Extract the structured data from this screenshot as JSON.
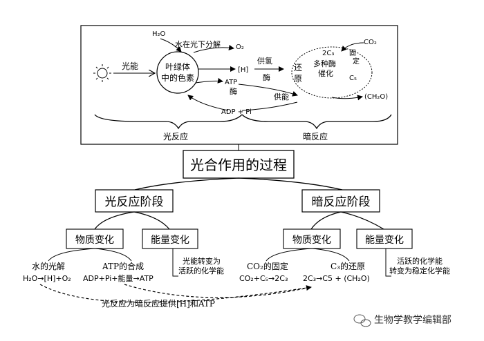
{
  "top_diagram": {
    "h2o": "H₂O",
    "water_split": "水在光下分解",
    "o2": "O₂",
    "light_energy": "光能",
    "chlorophyll_line1": "叶绿体",
    "chlorophyll_line2": "中的色素",
    "h_label": "[H]",
    "supply_h_line1": "供氢",
    "supply_h_line2": "酶",
    "atp_label": "ATP",
    "enzyme_left": "酶",
    "supply_energy": "供能",
    "reduce_line1": "还",
    "reduce_line2": "原",
    "two_c3": "2C₃",
    "multi_enzyme_line1": "多种酶",
    "multi_enzyme_line2": "催化",
    "co2": "CO₂",
    "fix_line1": "固",
    "fix_line2": "定",
    "c5": "C₅",
    "ch2o": "(CH₂O)",
    "adp_pi": "ADP + Pi",
    "light_reaction": "光反应",
    "dark_reaction": "暗反应"
  },
  "tree": {
    "title": "光合作用的过程",
    "light_stage": "光反应阶段",
    "dark_stage": "暗反应阶段",
    "substance_change": "物质变化",
    "energy_change": "能量变化",
    "light": {
      "water_photolysis": "水的光解",
      "water_eq": "H₂O→[H]+O₂",
      "atp_synthesis": "ATP的合成",
      "atp_eq": "ADP+Pi+能量→ATP",
      "energy_line1": "光能转变为",
      "energy_line2": "活跃的化学能"
    },
    "dark": {
      "co2_fixation": "CO₂的固定",
      "co2_eq": "CO₂+C₅→2C₃",
      "c3_reduction": "C₃的还原",
      "c3_eq": "2C₃→C5 + (CH₂O)",
      "energy_line1": "活跃的化学能",
      "energy_line2": "转变为稳定化学能"
    },
    "link_note": "光反应为暗反应提供[H]和ATP"
  },
  "watermark": "生物学教学编辑部"
}
